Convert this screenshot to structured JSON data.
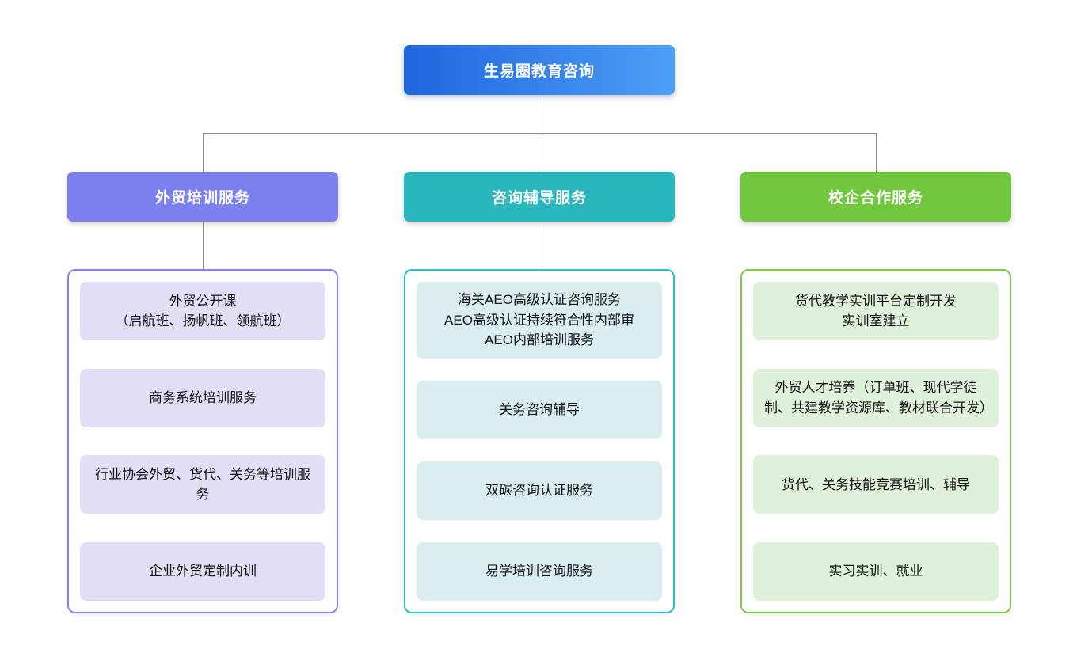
{
  "page": {
    "background": "#ffffff",
    "connector_color": "#858c95",
    "text_color": "#141414"
  },
  "root": {
    "label": "生易圈教育咨询",
    "gradient_from": "#2065DE",
    "gradient_to": "#4C9FF6"
  },
  "branches": [
    {
      "label": "外贸培训服务",
      "header_color": "#7B80EE",
      "container_border_color": "#8186F0",
      "chip_background": "#E1DEF6",
      "children": [
        {
          "lines": [
            "外贸公开课",
            "（启航班、扬帆班、领航班）"
          ]
        },
        {
          "lines": [
            "商务系统培训服务"
          ]
        },
        {
          "lines": [
            "行业协会外贸、货代、关务等培训服务"
          ]
        },
        {
          "lines": [
            "企业外贸定制内训"
          ]
        }
      ]
    },
    {
      "label": "咨询辅导服务",
      "header_color": "#29B6BC",
      "container_border_color": "#2CBEC4",
      "chip_background": "#DAEEF0",
      "children": [
        {
          "lines": [
            "海关AEO高级认证咨询服务",
            "AEO高级认证持续符合性内部审",
            "AEO内部培训服务"
          ]
        },
        {
          "lines": [
            "关务咨询辅导"
          ]
        },
        {
          "lines": [
            "双碳咨询认证服务"
          ]
        },
        {
          "lines": [
            "易学培训咨询服务"
          ]
        }
      ]
    },
    {
      "label": "校企合作服务",
      "header_color": "#71C73E",
      "container_border_color": "#79CA4A",
      "chip_background": "#DFF0DB",
      "children": [
        {
          "lines": [
            "货代教学实训平台定制开发",
            "实训室建立"
          ]
        },
        {
          "lines": [
            "外贸人才培养（订单班、现代学徒制、共建教学资源库、教材联合开发）"
          ]
        },
        {
          "lines": [
            "货代、关务技能竞赛培训、辅导"
          ]
        },
        {
          "lines": [
            "实习实训、就业"
          ]
        }
      ]
    }
  ]
}
